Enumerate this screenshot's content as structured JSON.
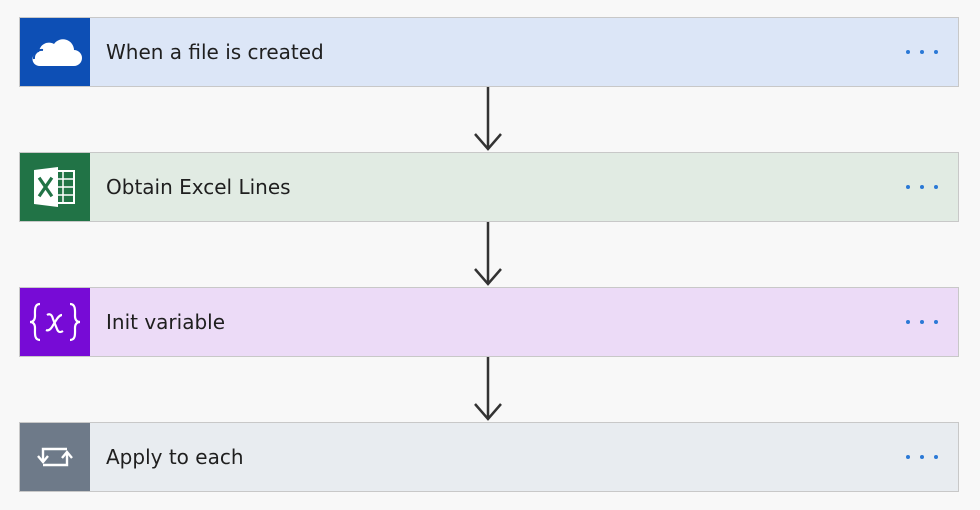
{
  "flow": {
    "steps": [
      {
        "title": "When a file is created",
        "icon": "onedrive-cloud-icon",
        "accent": "#0d4fb5",
        "background": "#dce6f7",
        "menu": "more-options"
      },
      {
        "title": "Obtain Excel Lines",
        "icon": "excel-icon",
        "accent": "#217346",
        "background": "#e1ebe3",
        "menu": "more-options"
      },
      {
        "title": "Init variable",
        "icon": "variable-icon",
        "accent": "#770bd6",
        "background": "#ecdbf7",
        "menu": "more-options"
      },
      {
        "title": "Apply to each",
        "icon": "loop-icon",
        "accent": "#6e7a89",
        "background": "#e8ecf0",
        "menu": "more-options"
      }
    ],
    "connector_icon": "arrow-down-icon",
    "menu_icon": "ellipsis-icon",
    "menu_color": "#2b79d6"
  }
}
